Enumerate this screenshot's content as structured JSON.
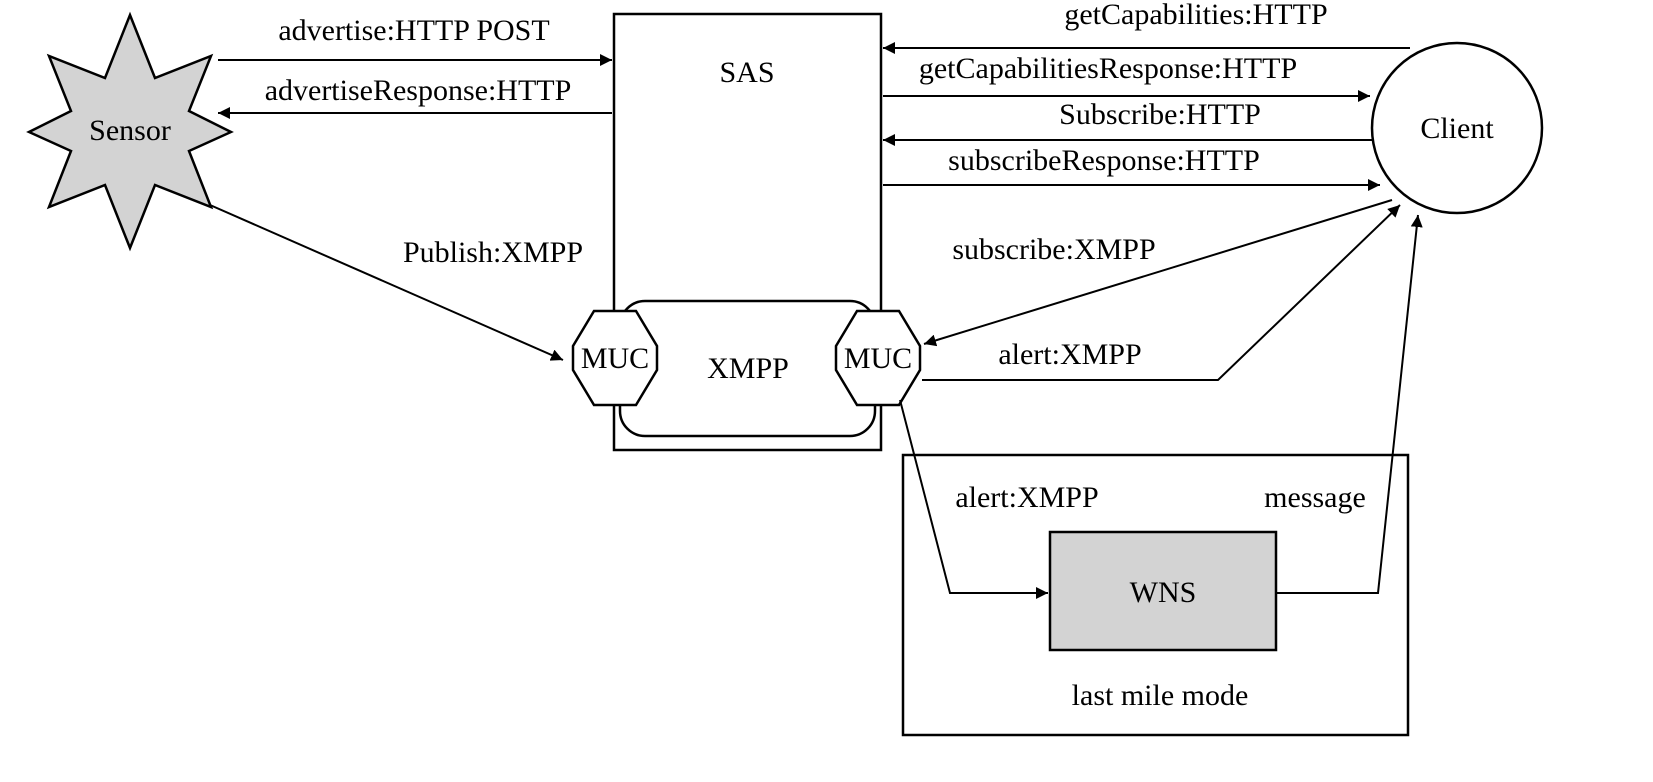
{
  "nodes": {
    "sensor": "Sensor",
    "sas": "SAS",
    "xmpp": "XMPP",
    "muc_left": "MUC",
    "muc_right": "MUC",
    "client": "Client",
    "wns": "WNS",
    "last_mile": "last mile mode"
  },
  "edges": {
    "advertise": "advertise:HTTP POST",
    "advertise_response": "advertiseResponse:HTTP",
    "publish": "Publish:XMPP",
    "get_capabilities": "getCapabilities:HTTP",
    "get_capabilities_response": "getCapabilitiesResponse:HTTP",
    "subscribe_http": "Subscribe:HTTP",
    "subscribe_response": "subscribeResponse:HTTP",
    "subscribe_xmpp": "subscribe:XMPP",
    "alert_client": "alert:XMPP",
    "alert_wns": "alert:XMPP",
    "message": "message"
  },
  "colors": {
    "stroke": "#000000",
    "sensor_fill": "#d3d3d3",
    "wns_fill": "#d3d3d3",
    "background": "#ffffff"
  }
}
